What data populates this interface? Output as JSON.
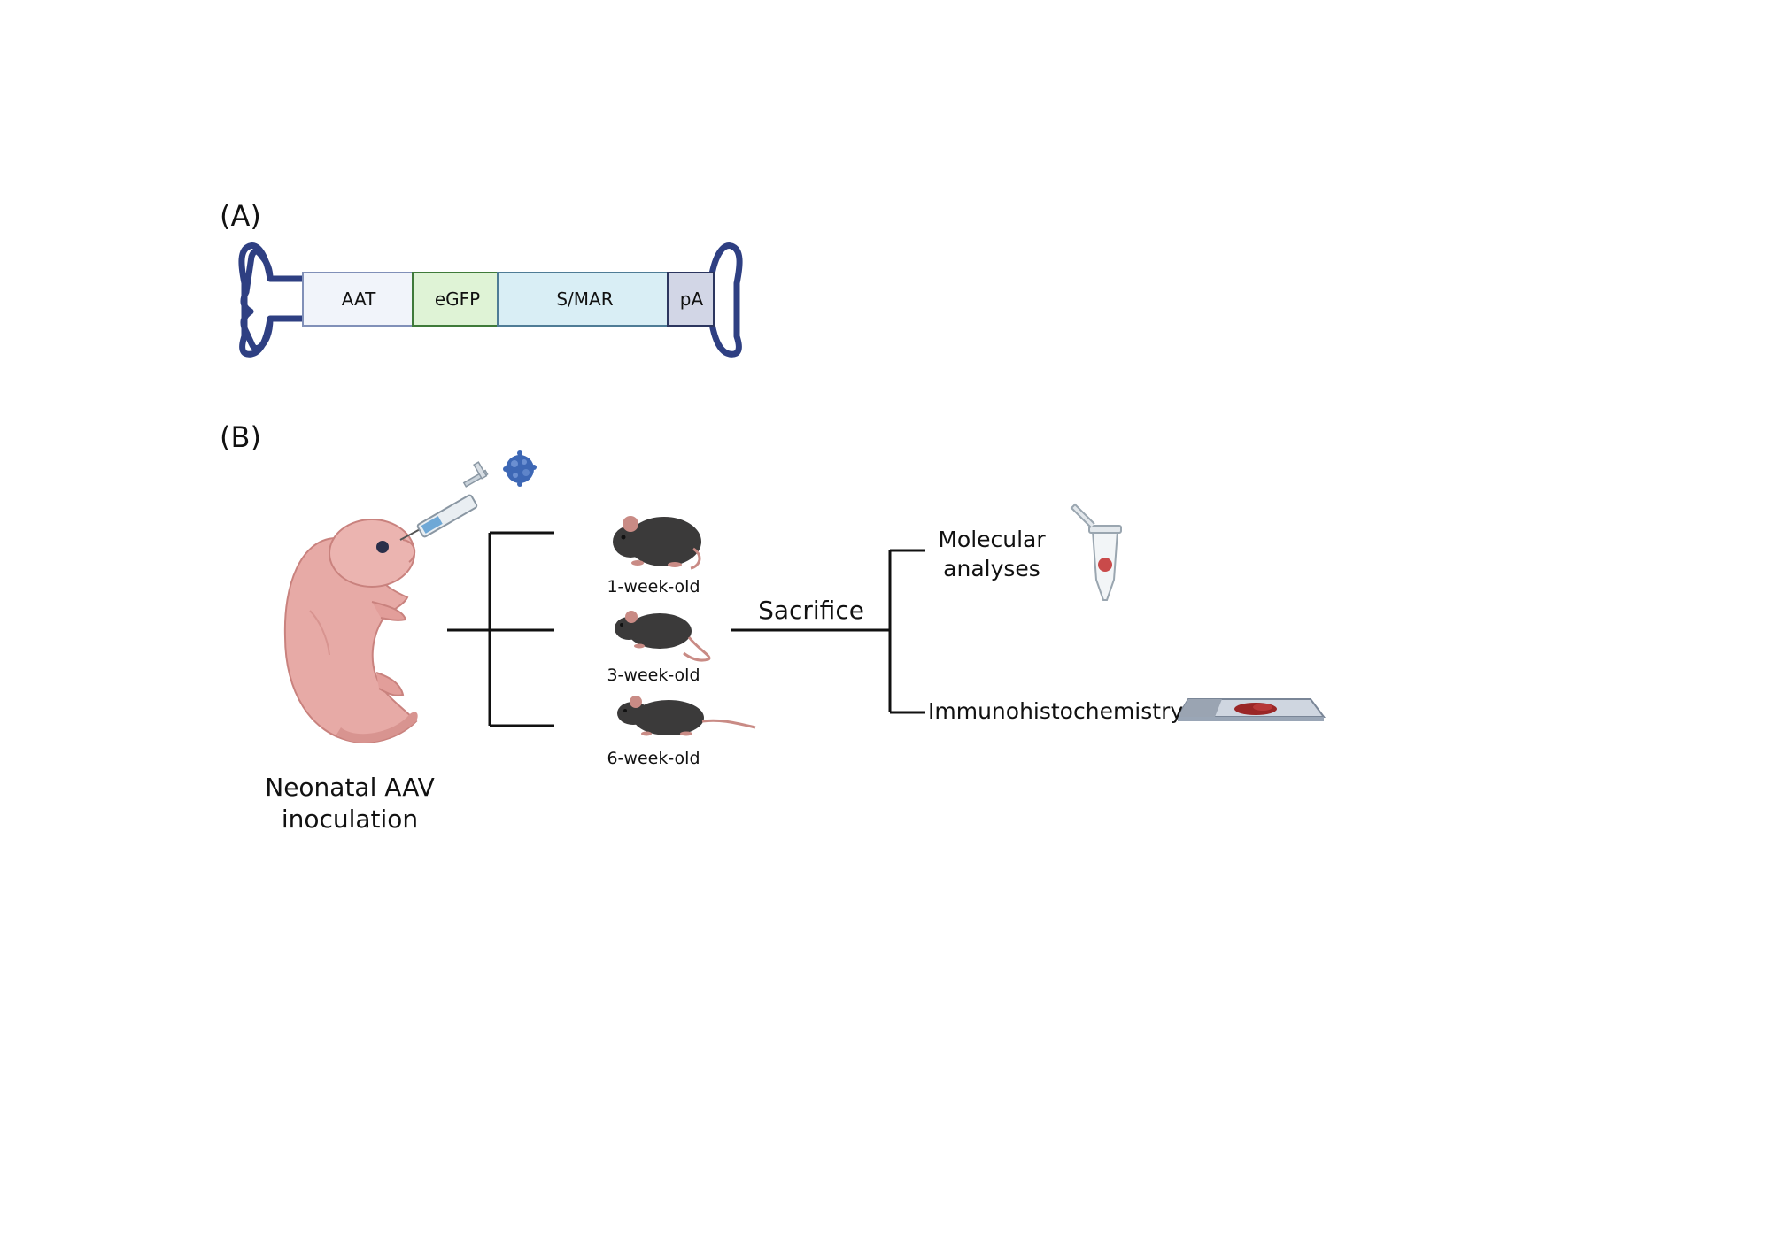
{
  "panel_a": {
    "label": "(A)",
    "segments": [
      {
        "text": "AAT",
        "fill": "#f1f4fa",
        "stroke": "#8190b8"
      },
      {
        "text": "eGFP",
        "fill": "#dff3d6",
        "stroke": "#3f7a3a"
      },
      {
        "text": "S/MAR",
        "fill": "#d9eef5",
        "stroke": "#4f7c96"
      },
      {
        "text": "pA",
        "fill": "#d2d6e6",
        "stroke": "#2c365f"
      }
    ],
    "itr_color": "#2e3f82"
  },
  "panel_b": {
    "label": "(B)",
    "inoculation_label_line1": "Neonatal AAV",
    "inoculation_label_line2": "inoculation",
    "ages": [
      "1-week-old",
      "3-week-old",
      "6-week-old"
    ],
    "sacrifice_label": "Sacrifice",
    "molecular_label_line1": "Molecular",
    "molecular_label_line2": "analyses",
    "ihc_label": "Immunohistochemistry"
  },
  "colors": {
    "line": "#111111",
    "pup_skin": "#e7aaa6",
    "mouse_fur": "#3b3a3a",
    "mouse_ear": "#c98b85",
    "virus": "#3d67b5",
    "tissue": "#9a2626"
  }
}
